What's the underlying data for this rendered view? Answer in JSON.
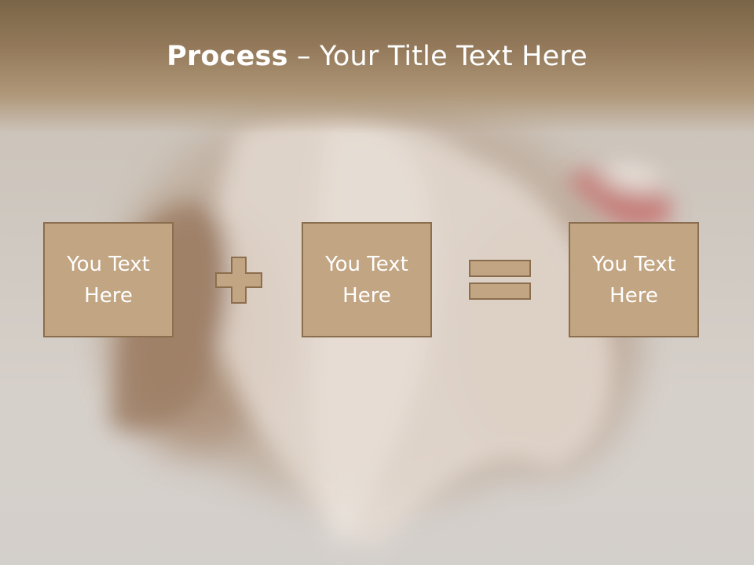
{
  "slide": {
    "title_bold": "Process",
    "title_separator": " – ",
    "title_rest": "Your Title Text Here"
  },
  "boxes": [
    {
      "label": "You Text\nHere"
    },
    {
      "label": "You Text\nHere"
    },
    {
      "label": "You Text\nHere"
    }
  ],
  "operators": [
    "plus-icon",
    "equals-icon"
  ],
  "colors": {
    "box_fill": "#c2a582",
    "box_border": "#8a6e4e",
    "operator_fill": "#c2a582",
    "title_band": "#7a6447",
    "text": "#ffffff"
  }
}
